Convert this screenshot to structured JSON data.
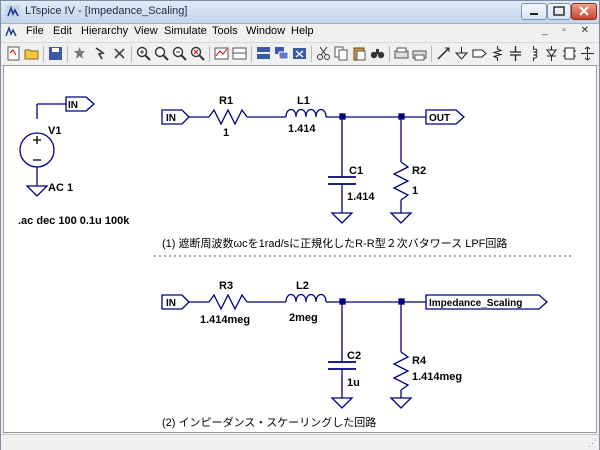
{
  "window": {
    "title": "LTspice IV - [Impedance_Scaling]"
  },
  "menu": [
    {
      "id": "file",
      "label": "File"
    },
    {
      "id": "edit",
      "label": "Edit"
    },
    {
      "id": "hierarchy",
      "label": "Hierarchy"
    },
    {
      "id": "view",
      "label": "View"
    },
    {
      "id": "simulate",
      "label": "Simulate"
    },
    {
      "id": "tools",
      "label": "Tools"
    },
    {
      "id": "window",
      "label": "Window"
    },
    {
      "id": "help",
      "label": "Help"
    }
  ],
  "toolbar_icons": [
    "new-schematic-icon",
    "open-icon",
    "save-icon",
    "control-panel-icon",
    "run-icon",
    "halt-icon",
    "zoom-in-icon",
    "pan-icon",
    "zoom-out-icon",
    "zoom-fit-icon",
    "autorange-icon",
    "tile-vertical-icon",
    "cascade-icon",
    "tile-horizontal-icon",
    "close-all-icon",
    "cut-icon",
    "copy-icon",
    "paste-icon",
    "find-icon",
    "print-setup-icon",
    "print-icon",
    "wire-icon",
    "ground-icon",
    "label-net-icon",
    "resistor-icon",
    "capacitor-icon",
    "inductor-icon",
    "diode-icon",
    "component-icon",
    "move-icon",
    "drag-icon",
    "undo-icon",
    "redo-icon",
    "text-icon",
    "spice-directive-icon"
  ],
  "schematic": {
    "source": {
      "name": "V1",
      "value": "AC 1",
      "net_label": "IN"
    },
    "directive": ".ac dec 100 0.1u 100k",
    "circuit1": {
      "in_label": "IN",
      "out_label": "OUT",
      "r1": {
        "name": "R1",
        "value": "1"
      },
      "l1": {
        "name": "L1",
        "value": "1.414"
      },
      "c1": {
        "name": "C1",
        "value": "1.414"
      },
      "r2": {
        "name": "R2",
        "value": "1"
      },
      "caption": "(1) 遮断周波数ωcを1rad/sに正規化したR-R型２次バタワース LPF回路"
    },
    "circuit2": {
      "in_label": "IN",
      "out_label": "Impedance_Scaling",
      "r3": {
        "name": "R3",
        "value": "1.414meg"
      },
      "l2": {
        "name": "L2",
        "value": "2meg"
      },
      "c2": {
        "name": "C2",
        "value": "1u"
      },
      "r4": {
        "name": "R4",
        "value": "1.414meg"
      },
      "caption": "(2) インピーダンス・スケーリングした回路"
    }
  }
}
